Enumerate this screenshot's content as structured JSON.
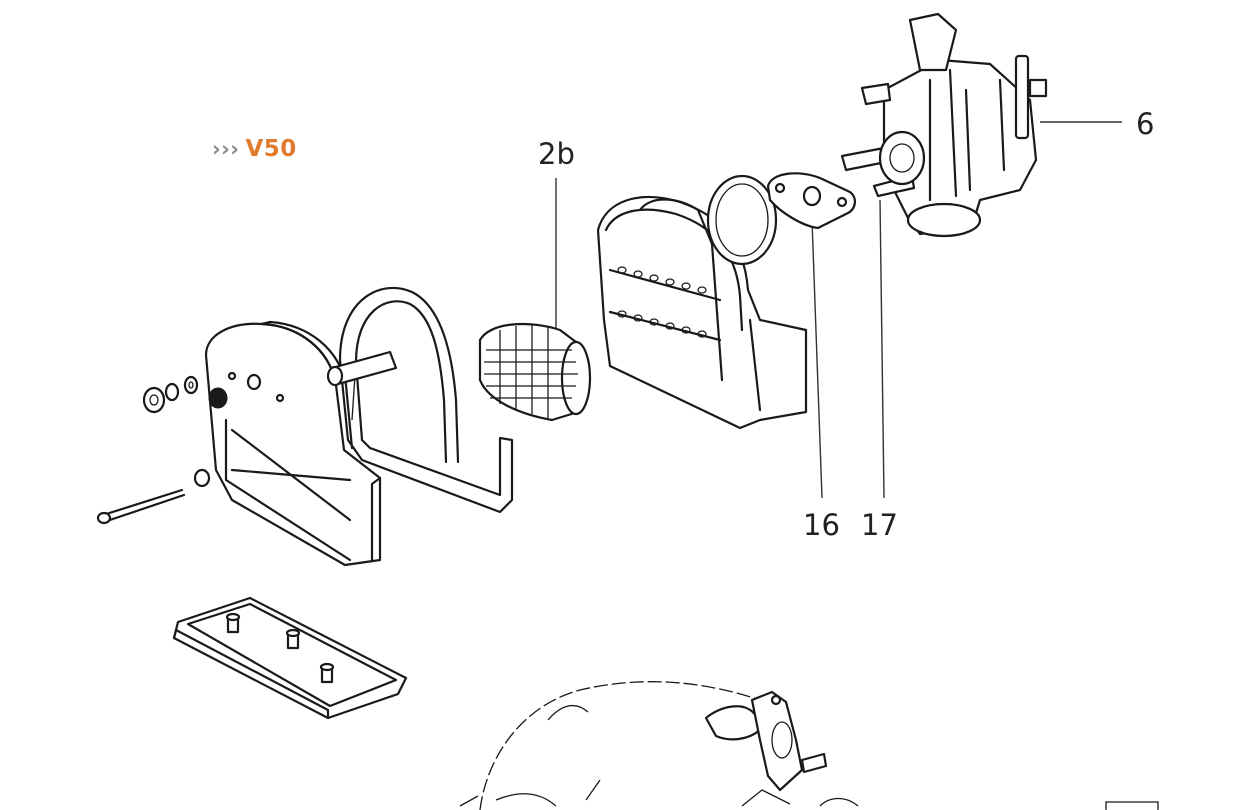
{
  "header": {
    "chevrons": "›››",
    "model": "V50",
    "model_color": "#e07b2e",
    "chevron_color": "#8a8a8a"
  },
  "callouts": {
    "c2b": "2b",
    "c6": "6",
    "c16": "16",
    "c17": "17"
  }
}
